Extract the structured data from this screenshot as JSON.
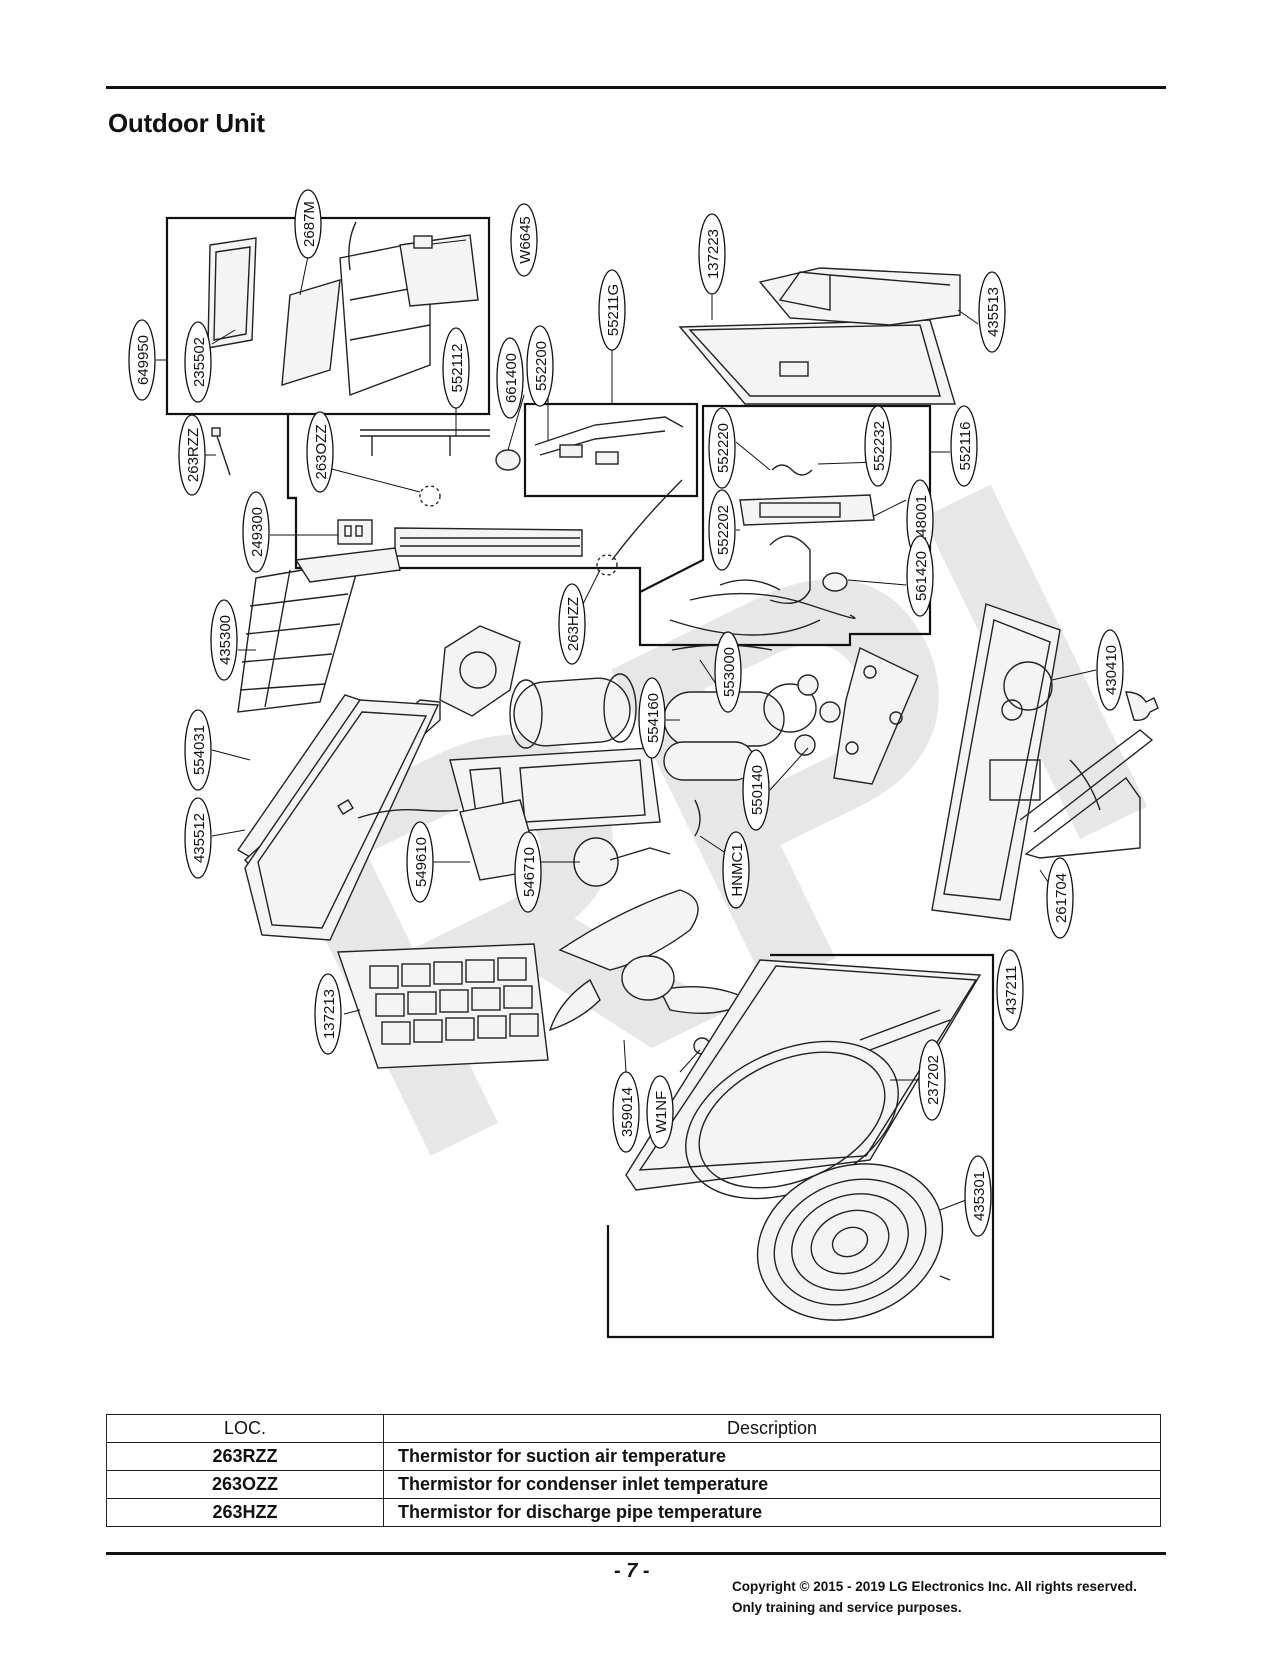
{
  "page": {
    "title": "Outdoor Unit",
    "page_number": "- 7 -",
    "copyright": "Copyright © 2015 - 2019 LG Electronics Inc. All rights reserved.",
    "usage_note": "Only training and service purposes.",
    "watermark": "RPI"
  },
  "parts": {
    "p649950": "649950",
    "p235502": "235502",
    "p2687M": "2687M",
    "pW6645": "W6645",
    "p552112": "552112",
    "p661400": "661400",
    "p552200": "552200",
    "p55211G": "55211G",
    "p137223": "137223",
    "p435513": "435513",
    "p263RZZ": "263RZZ",
    "p263OZZ": "263OZZ",
    "p552220": "552220",
    "p552232": "552232",
    "p552116": "552116",
    "p249300": "249300",
    "p552202": "552202",
    "p148001": "148001",
    "p561420": "561420",
    "p263HZZ": "263HZZ",
    "p435300": "435300",
    "p553000": "553000",
    "p430410": "430410",
    "p554160": "554160",
    "p554031": "554031",
    "p435512": "435512",
    "p550140": "550140",
    "p549610": "549610",
    "p546710": "546710",
    "pHNMC1": "HNMC1",
    "p261704": "261704",
    "p437211": "437211",
    "p137213": "137213",
    "p359014": "359014",
    "pW1NF": "W1NF",
    "p237202": "237202",
    "p435301": "435301"
  },
  "table": {
    "headers": {
      "loc": "LOC.",
      "description": "Description"
    },
    "rows": [
      {
        "loc": "263RZZ",
        "description": "Thermistor for suction air temperature"
      },
      {
        "loc": "263OZZ",
        "description": "Thermistor for condenser inlet temperature"
      },
      {
        "loc": "263HZZ",
        "description": "Thermistor for discharge pipe temperature"
      }
    ]
  }
}
